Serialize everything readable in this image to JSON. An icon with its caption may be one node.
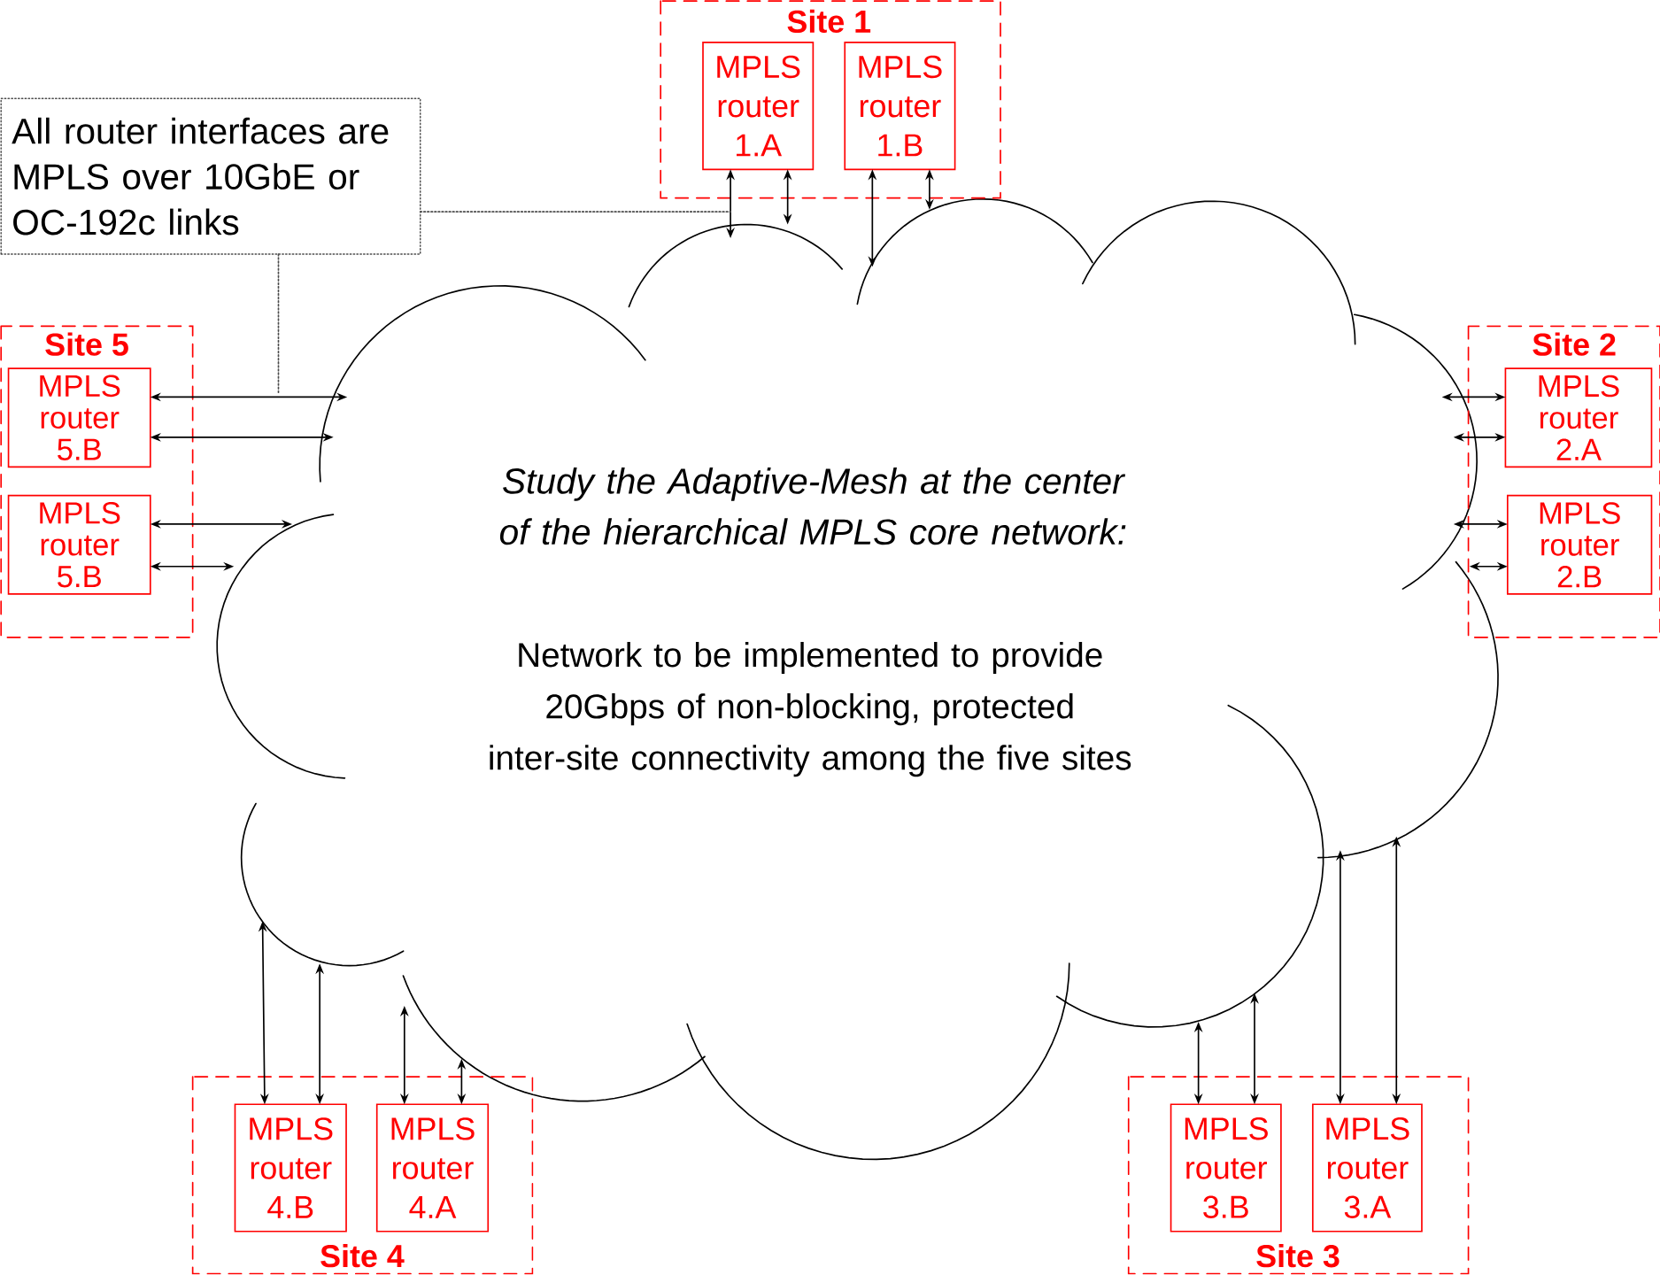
{
  "diagram": {
    "nodes": [
      {
        "text": [
          "Site 1"
        ]
      },
      {
        "text": [
          "MPLS router 1.A"
        ],
        "in": 0
      },
      {
        "text": [
          "MPLS router 1.B"
        ],
        "in": 0
      },
      {
        "text": [
          "Site 2"
        ]
      },
      {
        "text": [
          "MPLS router 2.A"
        ],
        "in": 3
      },
      {
        "text": [
          "MPLS router 2.B"
        ],
        "in": 3
      },
      {
        "text": [
          "Site 3"
        ]
      },
      {
        "text": [
          "MPLS router 3.B"
        ],
        "in": 6
      },
      {
        "text": [
          "MPLS router 3.A"
        ],
        "in": 6
      },
      {
        "text": [
          "Site 4"
        ]
      },
      {
        "text": [
          "MPLS router 4.B"
        ],
        "in": 9
      },
      {
        "text": [
          "MPLS router 4.A"
        ],
        "in": 9
      },
      {
        "text": [
          "Site 5"
        ]
      },
      {
        "text": [
          "MPLS router 5.B"
        ],
        "in": 12
      },
      {
        "text": [
          "MPLS router 5.B"
        ],
        "in": 12
      },
      {
        "text": [
          "Study the Adaptive-Mesh at the center of the hierarchical MPLS core network:",
          "Network to be implemented to provide 20Gbps of non-blocking, protected inter-site connectivity among the five sites"
        ]
      },
      {
        "text": [
          "All router interfaces are MPLS over 10GbE or OC-192c links"
        ]
      }
    ],
    "edges": [
      {
        "from": 1,
        "to": 15,
        "arrow": "both"
      },
      {
        "from": 1,
        "to": 15,
        "arrow": "both"
      },
      {
        "from": 2,
        "to": 15,
        "arrow": "both"
      },
      {
        "from": 2,
        "to": 15,
        "arrow": "both"
      },
      {
        "from": 4,
        "to": 15,
        "arrow": "both"
      },
      {
        "from": 4,
        "to": 15,
        "arrow": "both"
      },
      {
        "from": 5,
        "to": 15,
        "arrow": "both"
      },
      {
        "from": 5,
        "to": 15,
        "arrow": "both"
      },
      {
        "from": 7,
        "to": 15,
        "arrow": "both"
      },
      {
        "from": 7,
        "to": 15,
        "arrow": "both"
      },
      {
        "from": 8,
        "to": 15,
        "arrow": "both"
      },
      {
        "from": 8,
        "to": 15,
        "arrow": "both"
      },
      {
        "from": 10,
        "to": 15,
        "arrow": "both"
      },
      {
        "from": 10,
        "to": 15,
        "arrow": "both"
      },
      {
        "from": 11,
        "to": 15,
        "arrow": "both"
      },
      {
        "from": 11,
        "to": 15,
        "arrow": "both"
      },
      {
        "from": 13,
        "to": 15,
        "arrow": "both"
      },
      {
        "from": 13,
        "to": 15,
        "arrow": "both"
      },
      {
        "from": 14,
        "to": 15,
        "arrow": "both"
      },
      {
        "from": 14,
        "to": 15,
        "arrow": "both"
      },
      {
        "from": 16,
        "to": 15,
        "arrow": "none",
        "style": "dashed"
      },
      {
        "from": 16,
        "to": 15,
        "arrow": "none",
        "style": "dashed"
      }
    ]
  }
}
